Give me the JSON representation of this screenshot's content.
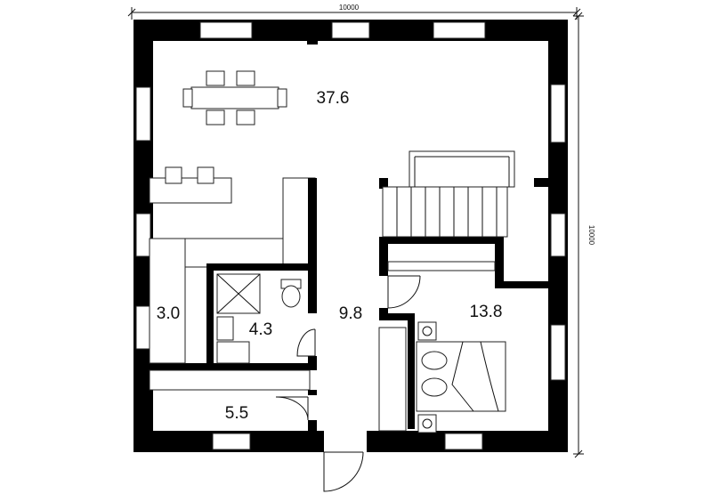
{
  "dimensions": {
    "width_label": "10000",
    "height_label": "10000"
  },
  "rooms": [
    {
      "id": "living",
      "area": "37.6"
    },
    {
      "id": "kitchen",
      "area": "3.0"
    },
    {
      "id": "bathroom",
      "area": "4.3"
    },
    {
      "id": "hall",
      "area": "9.8"
    },
    {
      "id": "bedroom",
      "area": "13.8"
    },
    {
      "id": "storage",
      "area": "5.5"
    }
  ]
}
